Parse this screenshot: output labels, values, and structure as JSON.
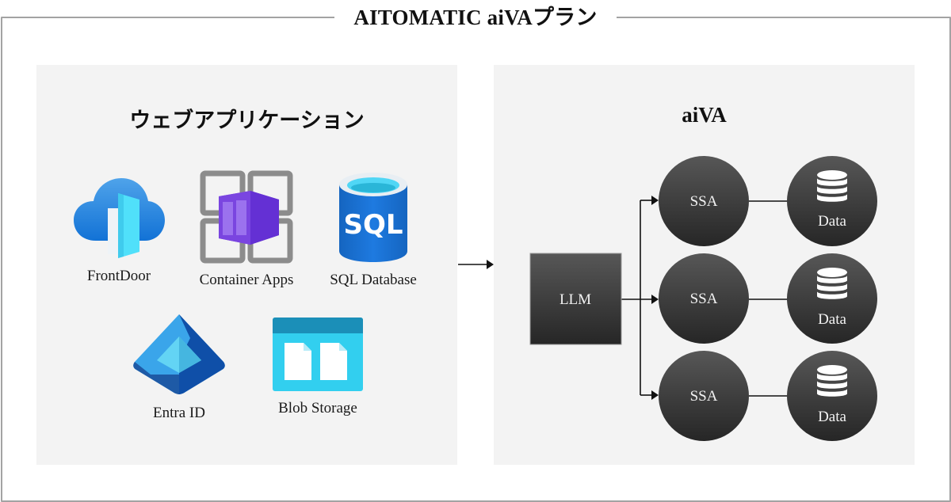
{
  "title": "AITOMATIC aiVAプラン",
  "left_panel": {
    "heading": "ウェブアプリケーション",
    "services": [
      {
        "label": "FrontDoor",
        "icon": "azure-front-door-icon"
      },
      {
        "label": "Container Apps",
        "icon": "azure-container-apps-icon"
      },
      {
        "label": "SQL Database",
        "icon": "azure-sql-database-icon"
      },
      {
        "label": "Entra ID",
        "icon": "microsoft-entra-id-icon"
      },
      {
        "label": "Blob Storage",
        "icon": "azure-blob-storage-icon"
      }
    ],
    "sql_icon_text": "SQL"
  },
  "right_panel": {
    "heading": "aiVA",
    "llm": {
      "label": "LLM"
    },
    "agents": [
      {
        "label": "SSA",
        "data_label": "Data"
      },
      {
        "label": "SSA",
        "data_label": "Data"
      },
      {
        "label": "SSA",
        "data_label": "Data"
      }
    ]
  },
  "colors": {
    "node_dark": "#2b2b2b",
    "node_light": "#555555",
    "panel_bg": "#f3f3f3",
    "frame": "#a3a3a3"
  }
}
